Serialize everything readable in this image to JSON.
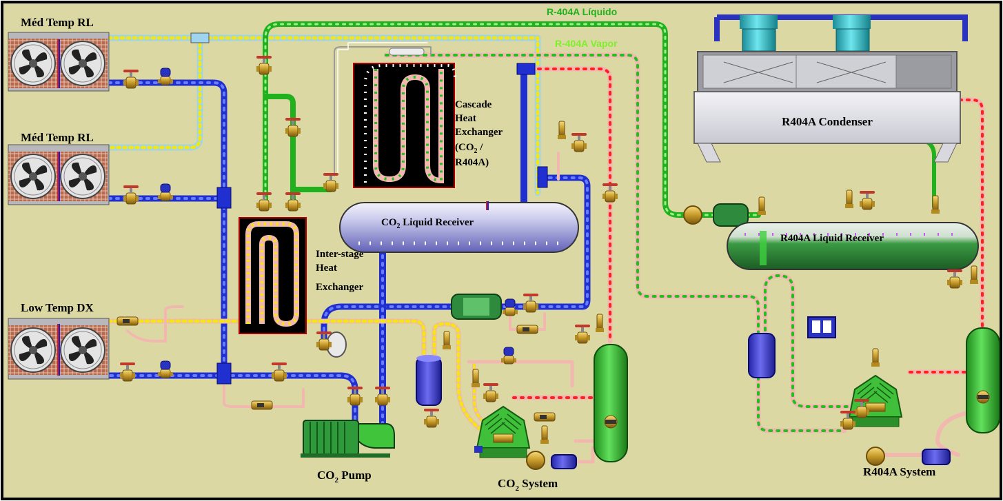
{
  "colors": {
    "background": "#dcd8a4",
    "frame": "#000000",
    "pipe_blue": "#1f2fd0",
    "pipe_lightblue": "#9fd4ee",
    "pipe_green": "#22b11e",
    "pipe_red_core": "#f2b8b0",
    "pipe_yellow_dots": "#f3e516",
    "pipe_red_dots": "#ff2020",
    "receiver_glass": "#b9b9e4",
    "receiver_green": "#2f8a3a",
    "component_green": "#3fc43c",
    "heat_exchanger": "#000000",
    "condenser_body": "#dedee4",
    "condenser_fan": "#3ec4d0"
  },
  "pipe_labels": {
    "liquid": "R-404A Líquido",
    "vapor": "R-404A Vapor"
  },
  "evaporators": [
    {
      "label": "Méd Temp RL"
    },
    {
      "label": "Méd Temp RL"
    },
    {
      "label": "Low Temp DX"
    }
  ],
  "heat_exchangers": {
    "cascade": {
      "line1": "Cascade",
      "line2": "Heat",
      "line3": "Exchanger",
      "line4_prefix": "(CO",
      "line4_sub": "2",
      "line4_suffix": " /",
      "line5": "R404A)"
    },
    "interstage": {
      "line1": "Inter-stage",
      "line2": "Heat",
      "line3": "Exchanger"
    }
  },
  "receivers": {
    "co2": {
      "prefix": "CO",
      "sub": "2",
      "suffix": "  Liquid Receiver"
    },
    "r404a": {
      "label": "R404A Liquid Receiver"
    }
  },
  "condenser": {
    "label": "R404A Condenser"
  },
  "systems": {
    "co2_pump": {
      "prefix": "CO",
      "sub": "2",
      "suffix": " Pump"
    },
    "co2_system": {
      "prefix": "CO",
      "sub": "2",
      "suffix": " System"
    },
    "r404a_system": {
      "label": "R404A System"
    }
  },
  "icons": [
    "fan-icon",
    "valve-icon",
    "solenoid-icon",
    "filter-drier-icon",
    "sight-glass-icon",
    "compressor-icon",
    "pump-icon",
    "tank-icon"
  ]
}
